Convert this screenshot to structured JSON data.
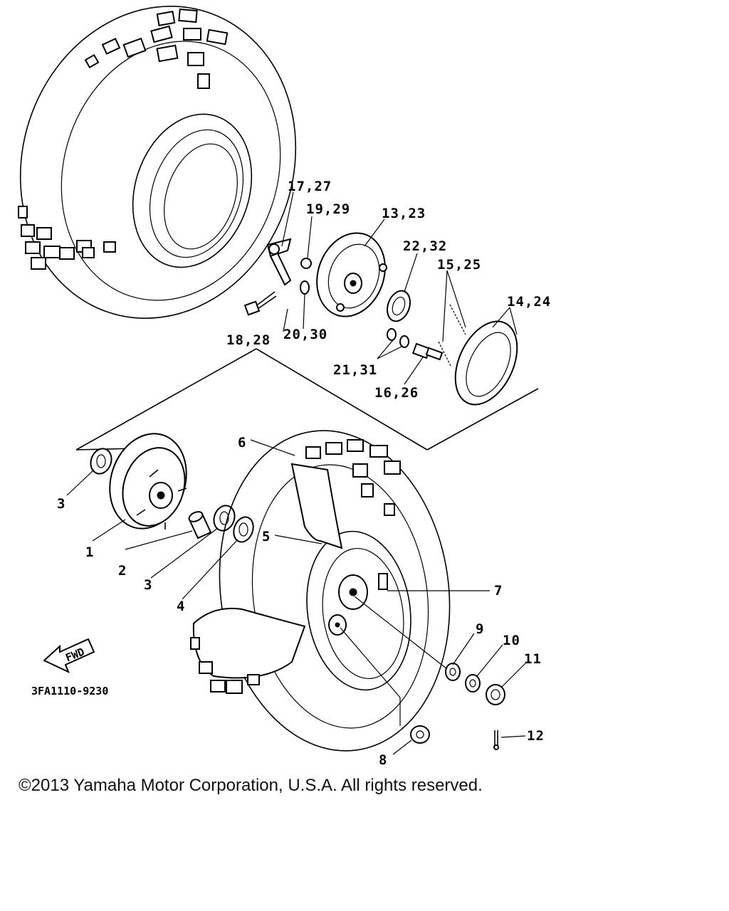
{
  "labels": {
    "l1": "1",
    "l2": "2",
    "l3a": "3",
    "l3b": "3",
    "l4": "4",
    "l5": "5",
    "l6": "6",
    "l7": "7",
    "l8": "8",
    "l9": "9",
    "l10": "10",
    "l11": "11",
    "l12": "12",
    "l13_23": "13,23",
    "l14_24": "14,24",
    "l15_25": "15,25",
    "l16_26": "16,26",
    "l17_27": "17,27",
    "l18_28": "18,28",
    "l19_29": "19,29",
    "l20_30": "20,30",
    "l21_31": "21,31",
    "l22_32": "22,32"
  },
  "fwd_arrow_text": "FWD",
  "diagram_code": "3FA1110-9230",
  "copyright": "©2013 Yamaha Motor Corporation, U.S.A. All rights reserved."
}
